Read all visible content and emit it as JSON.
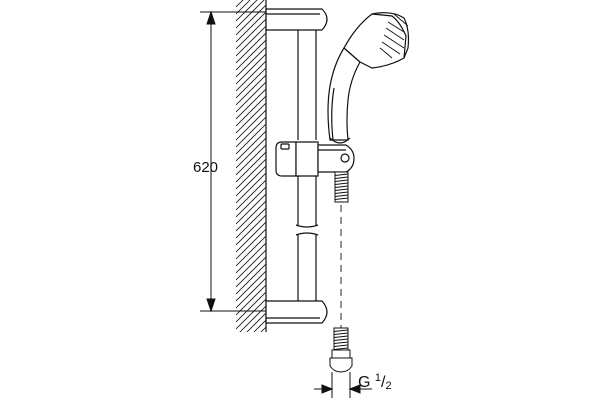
{
  "drawing": {
    "dimension_label": "620",
    "thread_label": {
      "prefix": "G",
      "numerator": "1",
      "slash": "/",
      "denominator": "2"
    }
  },
  "colors": {
    "line": "#111111",
    "background": "#ffffff"
  }
}
